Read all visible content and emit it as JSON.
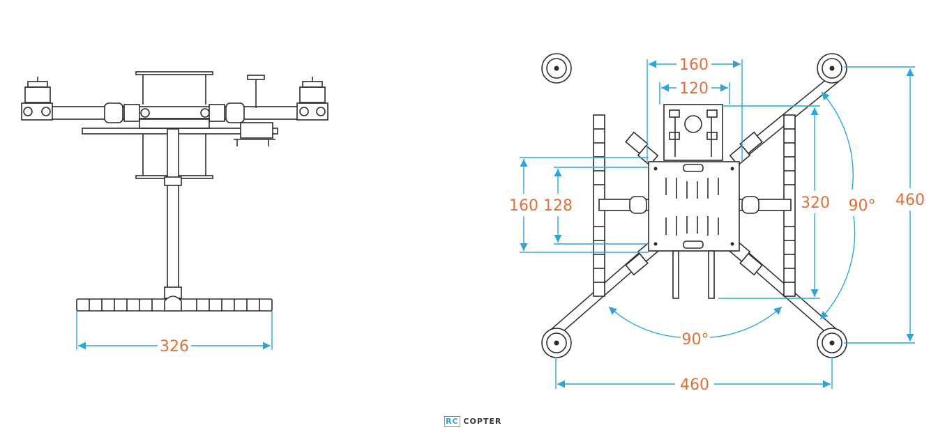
{
  "side_view": {
    "width_label": "326"
  },
  "top_view": {
    "dim_top_outer": "160",
    "dim_top_inner": "120",
    "dim_left_outer": "160",
    "dim_left_inner": "128",
    "dim_right_inner": "320",
    "dim_right_outer": "460",
    "angle_right": "90°",
    "angle_bottom": "90°",
    "width_label": "460"
  },
  "logo": {
    "prefix": "RC",
    "suffix": "COPTER"
  },
  "colors": {
    "line": "#2b2b2b",
    "dimension_line": "#2aa7d6",
    "dimension_text": "#e0703a"
  }
}
